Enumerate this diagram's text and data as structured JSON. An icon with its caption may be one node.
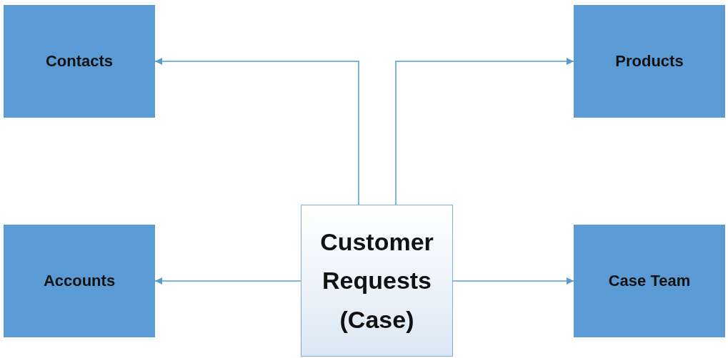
{
  "diagram": {
    "nodes": [
      {
        "text": [
          "Contacts"
        ]
      },
      {
        "text": [
          "Products"
        ]
      },
      {
        "text": [
          "Customer Requests (Case)"
        ]
      },
      {
        "text": [
          "Accounts"
        ]
      },
      {
        "text": [
          "Case Team"
        ]
      }
    ],
    "edges": [
      {
        "from": 2,
        "to": 0,
        "arrow": "to"
      },
      {
        "from": 2,
        "to": 1,
        "arrow": "to"
      },
      {
        "from": 2,
        "to": 3,
        "arrow": "to"
      },
      {
        "from": 2,
        "to": 4,
        "arrow": "to"
      }
    ]
  }
}
